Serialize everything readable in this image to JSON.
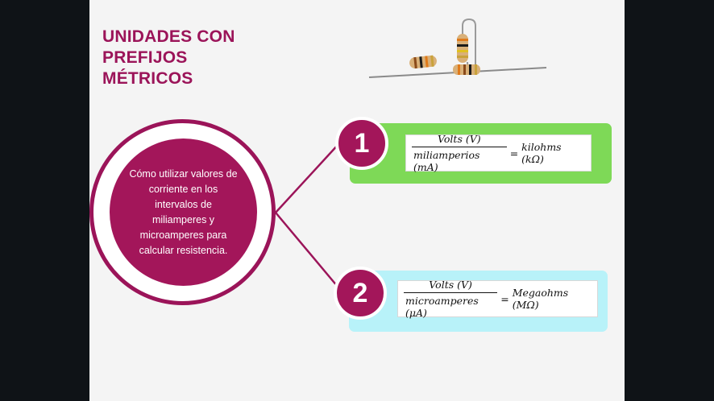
{
  "slide": {
    "title_lines": [
      "UNIDADES CON",
      "PREFIJOS",
      "MÉTRICOS"
    ],
    "center_text": "Cómo utilizar valores de corriente en los intervalos de miliamperes y microamperes para calcular resistencia.",
    "items": [
      {
        "number": "1",
        "numerator": "Volts (V)",
        "denominator": "miliamperios (mA)",
        "equals": "=",
        "result": "kilohms (kΩ)",
        "card_color": "#7ed957"
      },
      {
        "number": "2",
        "numerator": "Volts (V)",
        "denominator": "microamperes (μA)",
        "equals": "=",
        "result": "Megaohms (MΩ)",
        "card_color": "#b8f2f9"
      }
    ],
    "accent_color": "#9b1459",
    "image": "resistors-illustration"
  }
}
